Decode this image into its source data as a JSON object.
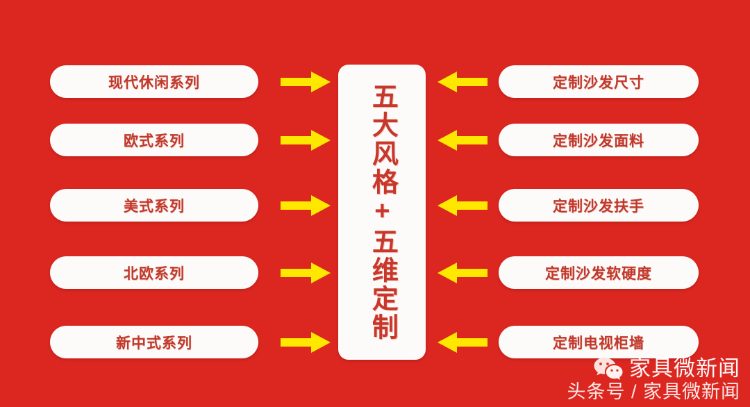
{
  "theme": {
    "background_red": "#dc2721",
    "pill_fill": "#fdfbfa",
    "pill_text_red": "#c0392b",
    "center_text_red": "#c8382a",
    "arrow_yellow": "#ffe800"
  },
  "center": {
    "text": "五大风格+五维定制",
    "lines": [
      "五大风格",
      "+",
      "五维定制"
    ]
  },
  "left_column": {
    "heading_implicit": "五大风格",
    "items": [
      {
        "label": "现代休闲系列"
      },
      {
        "label": "欧式系列"
      },
      {
        "label": "美式系列"
      },
      {
        "label": "北欧系列"
      },
      {
        "label": "新中式系列"
      }
    ]
  },
  "right_column": {
    "heading_implicit": "五维定制",
    "items": [
      {
        "label": "定制沙发尺寸"
      },
      {
        "label": "定制沙发面料"
      },
      {
        "label": "定制沙发扶手"
      },
      {
        "label": "定制沙发软硬度"
      },
      {
        "label": "定制电视柜墙"
      }
    ]
  },
  "arrows": {
    "left_direction": "right",
    "right_direction": "left",
    "count_per_side": 5
  },
  "watermark": {
    "icon": "wechat-icon",
    "brand": "家具微新闻",
    "subtitle": "头条号 / 家具微新闻"
  }
}
